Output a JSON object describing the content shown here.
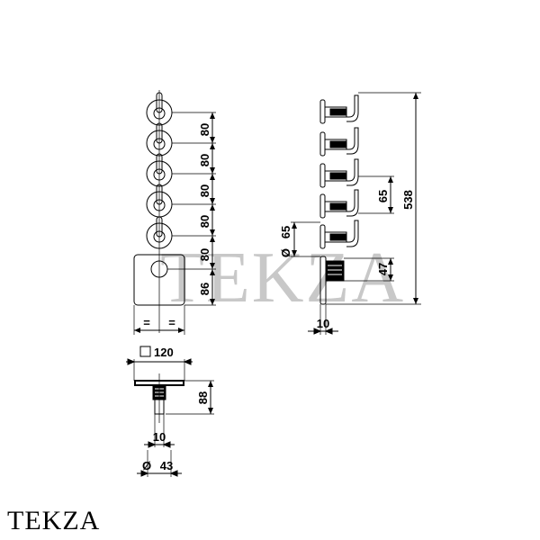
{
  "watermark": "TEKZA",
  "brand": "TEKZA",
  "front_view": {
    "pitch_dims": [
      "80",
      "80",
      "80",
      "80",
      "80"
    ],
    "plate_dim": "86",
    "equal_marks": [
      "=",
      "="
    ]
  },
  "top_view": {
    "plate_size": "120",
    "depth": "88",
    "stem": "10",
    "diameter": "43",
    "diameter_symbol": "Ø"
  },
  "side_view": {
    "total_height": "538",
    "handle_spacing": "65",
    "knob_diameter": "65",
    "body_height": "47",
    "thickness": "10",
    "diameter_symbol": "Ø"
  }
}
